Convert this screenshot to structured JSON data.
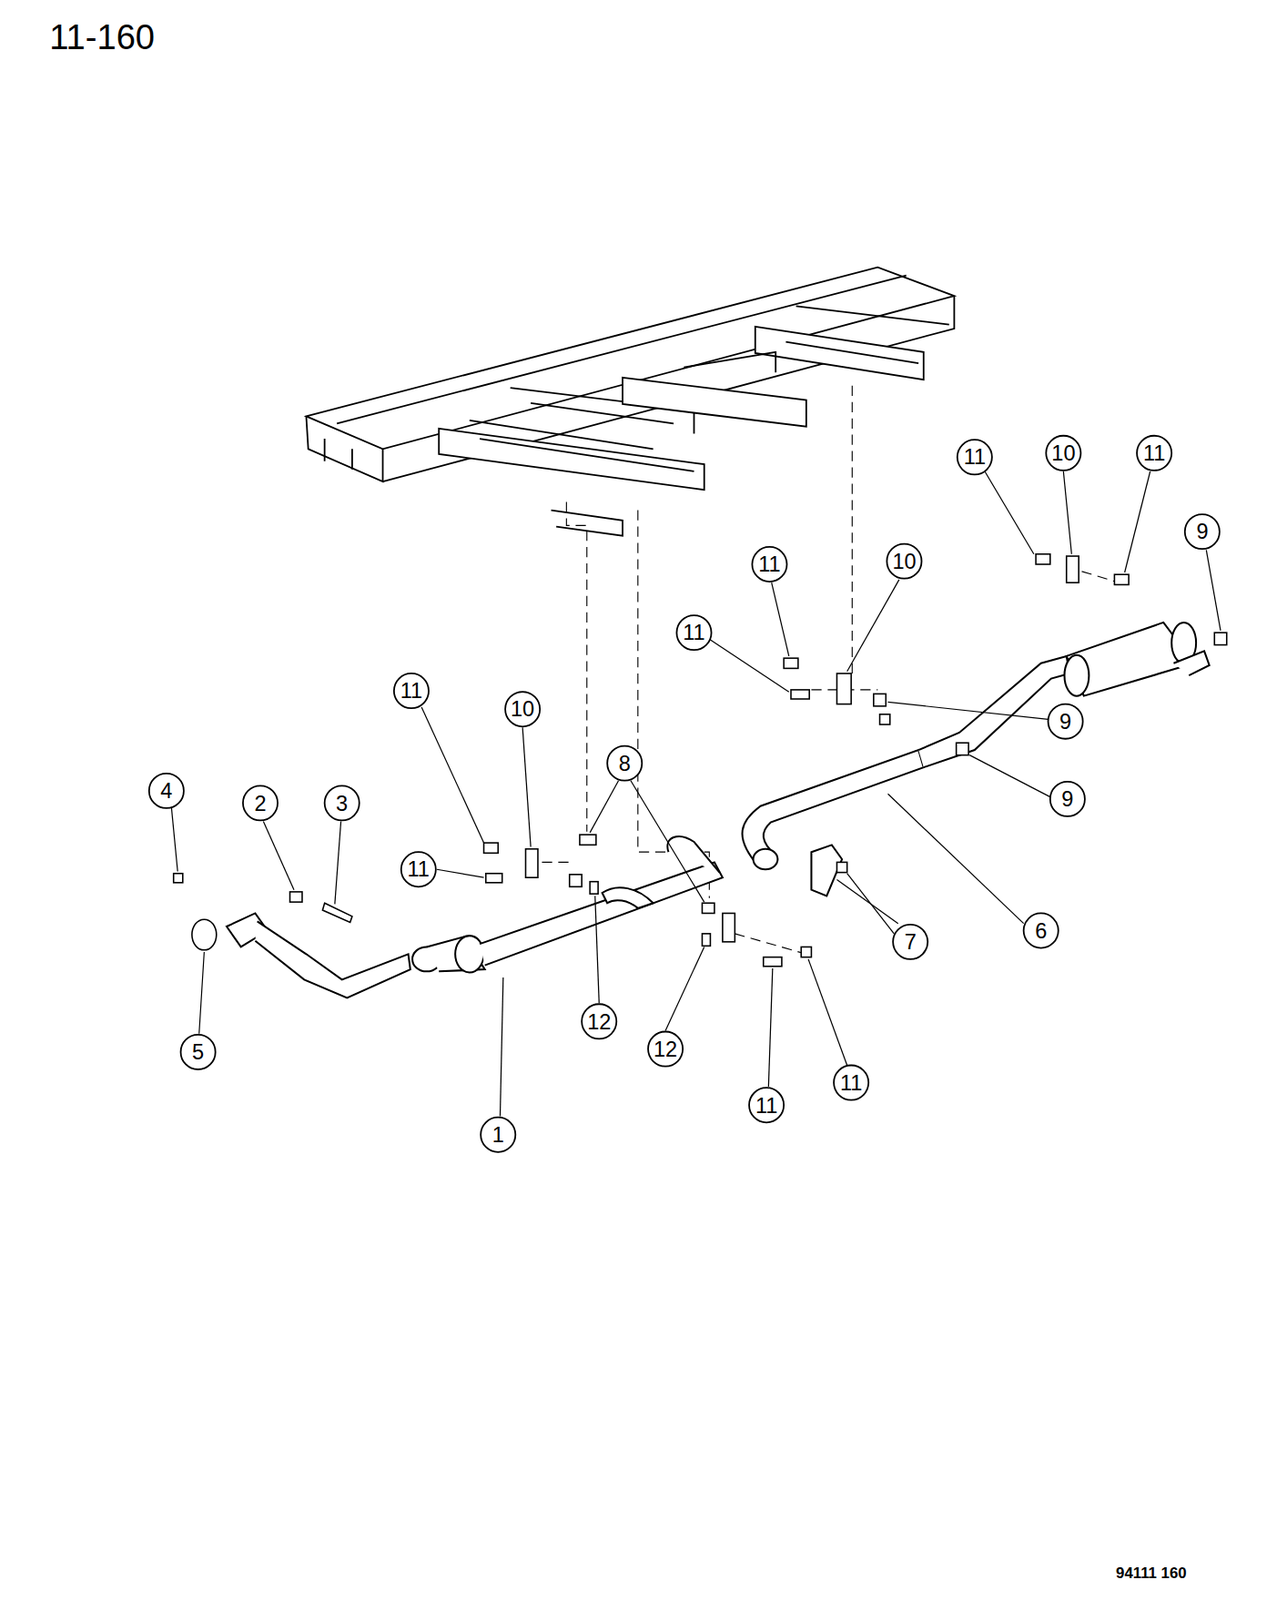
{
  "diagram": {
    "title": "11-160",
    "caption": "94111 160",
    "labels": [
      "11",
      "10",
      "11",
      "9",
      "11",
      "10",
      "11",
      "9",
      "9",
      "11",
      "10",
      "8",
      "11",
      "7",
      "6",
      "4",
      "2",
      "3",
      "5",
      "12",
      "12",
      "11",
      "11",
      "1"
    ]
  }
}
